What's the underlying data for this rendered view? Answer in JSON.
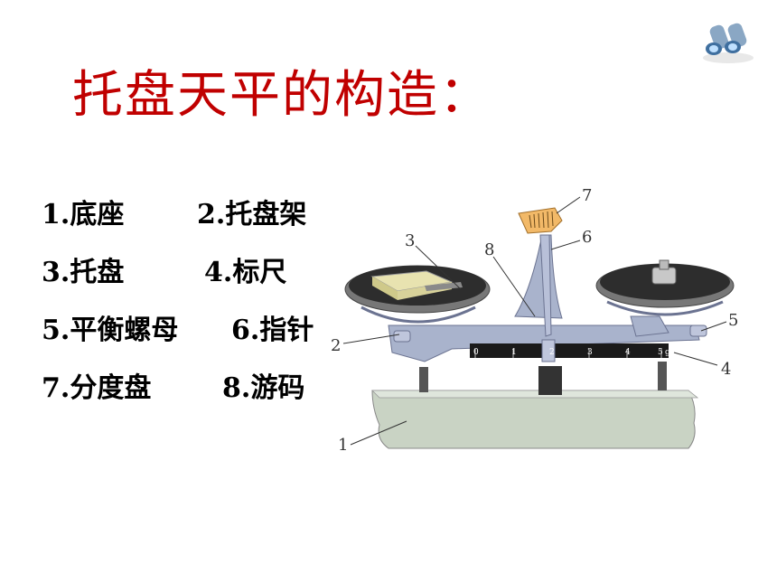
{
  "title": "托盘天平的构造：",
  "legend": [
    [
      "1.底座",
      "2.托盘架"
    ],
    [
      "3.托盘",
      "4.标尺"
    ],
    [
      "5.平衡螺母",
      "6.指针"
    ],
    [
      "7.分度盘",
      "8.游码"
    ]
  ],
  "diagram": {
    "callouts": [
      "1",
      "2",
      "3",
      "4",
      "5",
      "6",
      "7",
      "8"
    ],
    "ruler_ticks": [
      "0",
      "1",
      "2",
      "3",
      "4",
      "5"
    ],
    "ruler_unit": "g"
  },
  "colors": {
    "title": "#c00000",
    "base": "#c9d3c4",
    "metal": "#9fa9c6",
    "pan": "#2d2d2d"
  },
  "icons": [
    "binoculars-icon"
  ]
}
